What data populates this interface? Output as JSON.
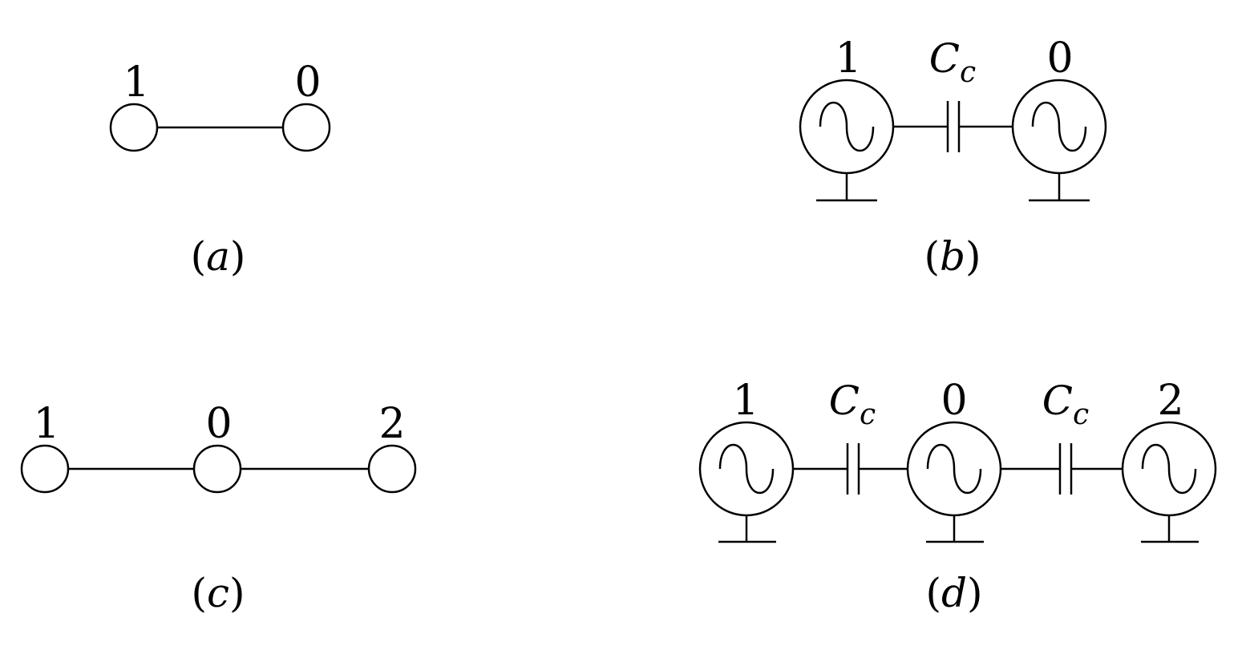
{
  "panels": {
    "a": {
      "caption_open": "(",
      "caption_letter": "a",
      "caption_close": ")",
      "nodes": [
        "1",
        "0"
      ]
    },
    "b": {
      "caption_open": "(",
      "caption_letter": "b",
      "caption_close": ")",
      "nodes": [
        "1",
        "0"
      ],
      "capacitors": [
        {
          "main": "C",
          "sub": "c"
        }
      ]
    },
    "c": {
      "caption_open": "(",
      "caption_letter": "c",
      "caption_close": ")",
      "nodes": [
        "1",
        "0",
        "2"
      ]
    },
    "d": {
      "caption_open": "(",
      "caption_letter": "d",
      "caption_close": ")",
      "nodes": [
        "1",
        "0",
        "2"
      ],
      "capacitors": [
        {
          "main": "C",
          "sub": "c"
        },
        {
          "main": "C",
          "sub": "c"
        }
      ]
    }
  },
  "colors": {
    "stroke": "#000000",
    "background": "#ffffff"
  },
  "icons": {
    "oscillator": "ac-source-icon",
    "capacitor": "capacitor-icon",
    "ground": "ground-icon"
  }
}
